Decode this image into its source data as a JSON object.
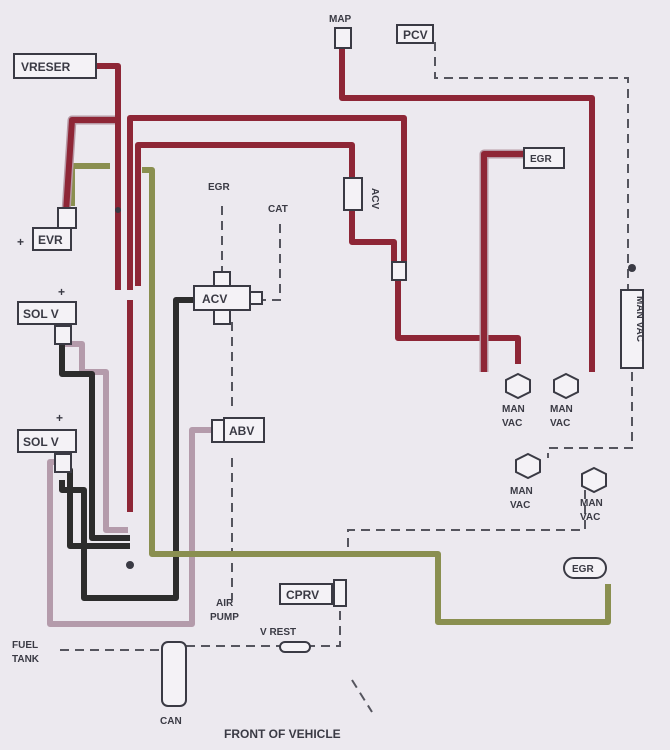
{
  "labels": {
    "map": "MAP",
    "pcv": "PCV",
    "vreser": "VRESER",
    "evr": "EVR",
    "sol_v_1": "SOL V",
    "sol_v_2": "SOL V",
    "egr_top": "EGR",
    "egr_right": "EGR",
    "egr_bottom": "EGR",
    "acv_v": "ACV",
    "cat": "CAT",
    "acv": "ACV",
    "abv": "ABV",
    "man_vac_v": "MAN VAC",
    "man_1": "MAN",
    "vac_1": "VAC",
    "man_2": "MAN",
    "vac_2": "VAC",
    "man_3": "MAN",
    "vac_3": "VAC",
    "man_4": "MAN",
    "vac_4": "VAC",
    "cprv": "CPRV",
    "v_rest": "V REST",
    "air": "AIR",
    "pump": "PUMP",
    "fuel": "FUEL",
    "tank": "TANK",
    "can": "CAN",
    "plus_evr": "+",
    "plus_sol1": "+",
    "plus_sol2": "+",
    "footer": "FRONT OF VEHICLE"
  },
  "colors": {
    "vacuum_red": "#8e2636",
    "hose_black": "#2c2c2c",
    "hose_green": "#8a8f50",
    "hose_pink": "#b49bab",
    "background": "#ece9ef"
  }
}
